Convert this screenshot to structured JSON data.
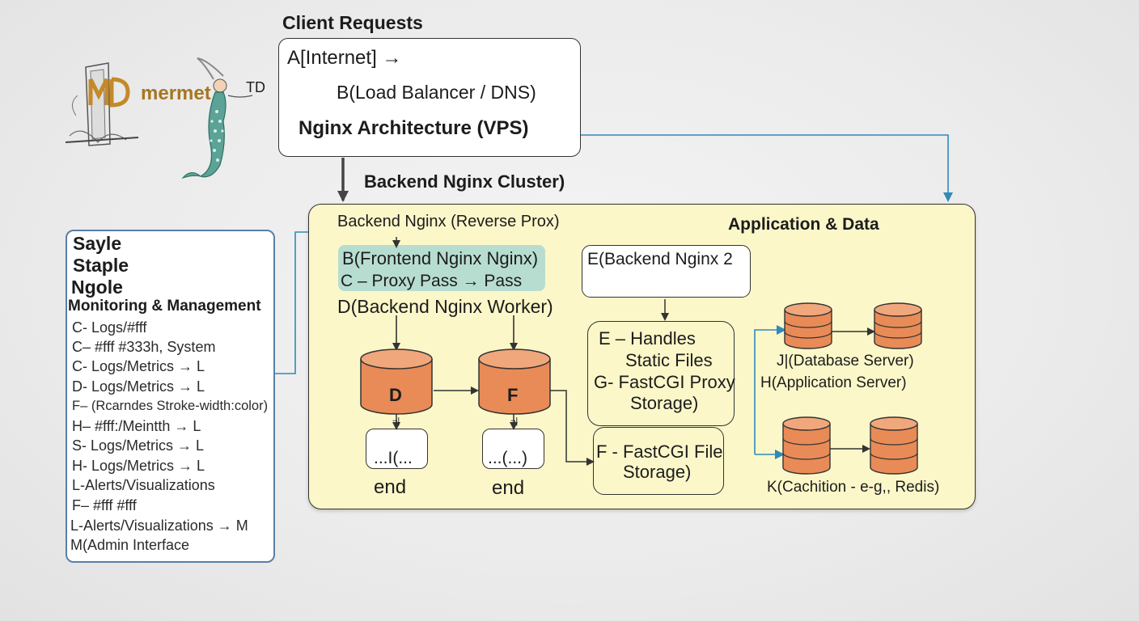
{
  "logo": {
    "text": "mermet",
    "abbr": "TD",
    "colors": {
      "mark": "#c48a2a",
      "text": "#a67620",
      "tail": "#5aa396"
    }
  },
  "client": {
    "heading": "Client Requests",
    "line1": "A[Internet] →",
    "line2": "B(Load Balancer / DNS)",
    "line3": "Nginx Architecture (VPS)"
  },
  "cluster_label": "Backend Nginx Cluster)",
  "cluster": {
    "header": "Backend Nginx (Reverse Prox)",
    "frontend": "B(Frontend Nginx Nginx)",
    "proxy": "C – Proxy Pass → Pass",
    "worker": "D(Backend Nginx Worker)",
    "e_box": "E(Backend Nginx 2",
    "handles": [
      "E – Handles",
      "Static Files",
      "G- FastCGI Proxy",
      "Storage)"
    ],
    "fastcgi": [
      "F - FastCGI File",
      "Storage)"
    ],
    "cyl1": "D",
    "cyl2": "F",
    "cyl_arrow": "¬|",
    "small1": "...I(...",
    "small2": "...(...)",
    "end1": "end",
    "end2": "end",
    "app_title": "Application & Data",
    "db": "J|(Database Server)",
    "appserver": "H(Application Server)",
    "cache": "K(Cachition - e-g,, Redis)"
  },
  "monitoring": {
    "titles": [
      "Sayle",
      "Staple",
      "Ngole"
    ],
    "subtitle": "Monitoring & Management",
    "items": [
      "C- Logs/#fff",
      "C– #fff #333h, System",
      "C- Logs/Metrics → L",
      "D- Logs/Metrics → L",
      "F– (Rcarndes Stroke-width:color)",
      "H– #fff:/Meintth → L",
      "S- Logs/Metrics → L",
      "H- Logs/Metrics → L",
      "L-Alerts/Visualizations",
      "F– #fff #fff",
      "L-Alerts/Visualizations → M",
      "M(Admin Interface"
    ]
  },
  "colors": {
    "cluster_bg": "#fbf7c9",
    "teal_band": "#b7ddd1",
    "cylinder": "#e88b57",
    "blue_arrow": "#2f8ab8",
    "monitor_border": "#5a7ea8"
  }
}
